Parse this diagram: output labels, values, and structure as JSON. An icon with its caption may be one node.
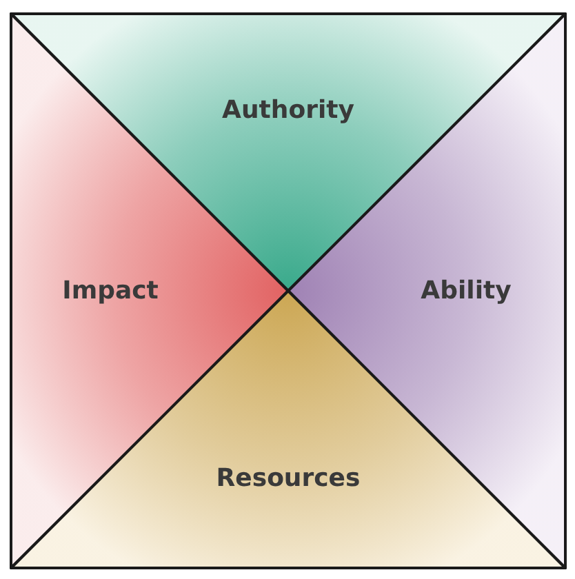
{
  "diagram": {
    "nodes": [
      {
        "text": [
          "Authority"
        ]
      },
      {
        "text": [
          "Impact"
        ]
      },
      {
        "text": [
          "Ability"
        ]
      },
      {
        "text": [
          "Resources"
        ]
      }
    ]
  }
}
